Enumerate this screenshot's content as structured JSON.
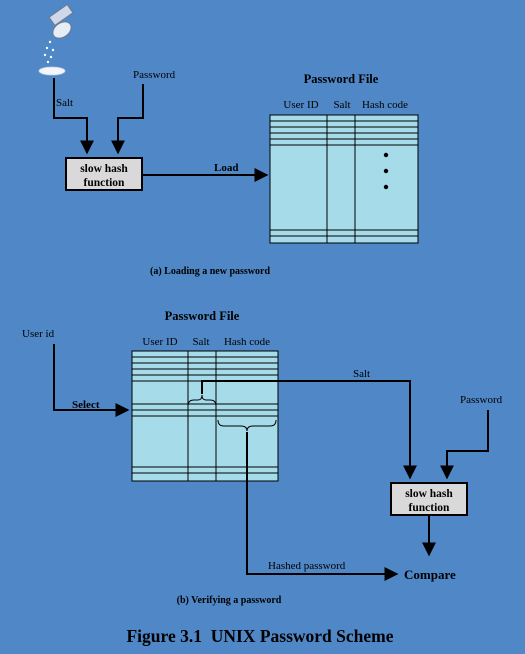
{
  "diagram_a": {
    "salt_label": "Salt",
    "password_label": "Password",
    "hash_box": {
      "line1": "slow hash",
      "line2": "function"
    },
    "load_label": "Load",
    "file_title": "Password File",
    "col_user": "User ID",
    "col_salt": "Salt",
    "col_hash": "Hash code",
    "caption": "(a) Loading a new password"
  },
  "diagram_b": {
    "file_title": "Password File",
    "user_id_label": "User id",
    "select_label": "Select",
    "col_user": "User ID",
    "col_salt": "Salt",
    "col_hash": "Hash code",
    "salt_label": "Salt",
    "password_label": "Password",
    "hash_box": {
      "line1": "slow hash",
      "line2": "function"
    },
    "hashed_password_label": "Hashed password",
    "compare_label": "Compare",
    "caption": "(b) Verifying a password"
  },
  "figure_title": "Figure 3.1  UNIX Password Scheme",
  "colors": {
    "background": "#4f87c7",
    "table_fill": "#a6dcea",
    "hash_box_fill": "#d9d9d9",
    "line": "#000000"
  }
}
